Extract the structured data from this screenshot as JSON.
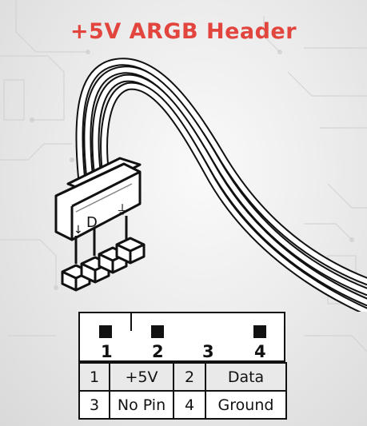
{
  "title": "+5V ARGB Header",
  "accent_color": "#e2453d",
  "connector": {
    "symbols": [
      "↓",
      "D",
      "⏚"
    ]
  },
  "header_diagram": {
    "pins": [
      {
        "number": "1",
        "has_pin": true
      },
      {
        "number": "2",
        "has_pin": true
      },
      {
        "number": "3",
        "has_pin": false
      },
      {
        "number": "4",
        "has_pin": true
      }
    ]
  },
  "pinout_table": {
    "rows": [
      [
        {
          "pin": "1",
          "signal": "+5V"
        },
        {
          "pin": "2",
          "signal": "Data"
        }
      ],
      [
        {
          "pin": "3",
          "signal": "No Pin"
        },
        {
          "pin": "4",
          "signal": "Ground"
        }
      ]
    ]
  }
}
